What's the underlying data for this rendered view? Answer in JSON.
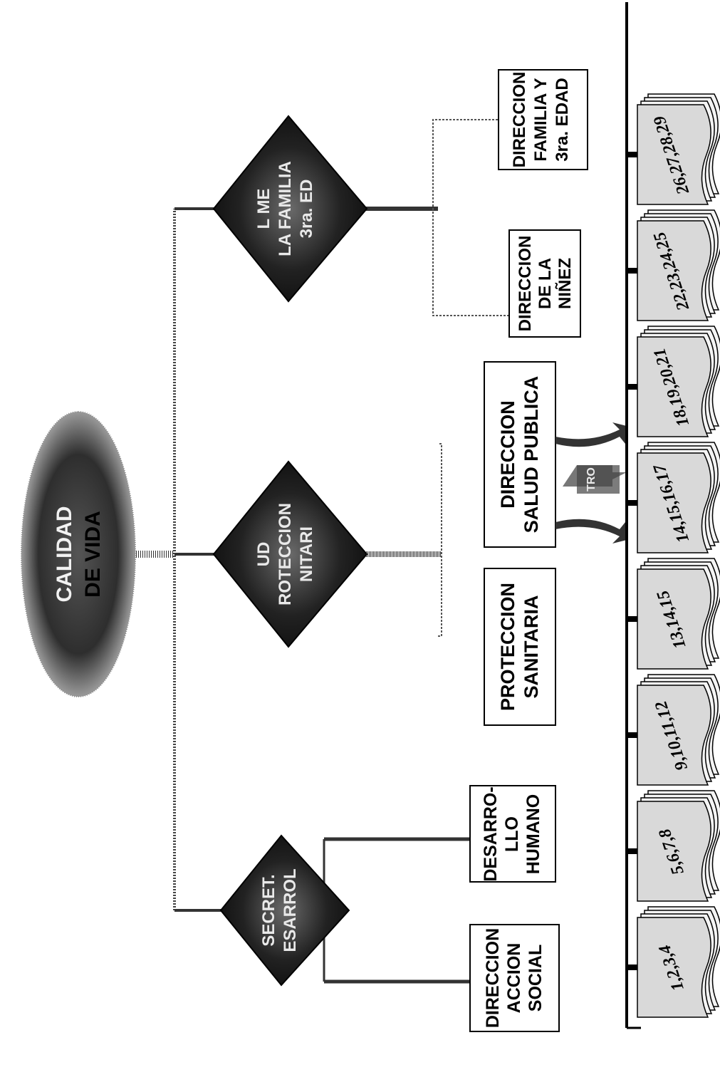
{
  "title": {
    "line1": "CALIDAD",
    "line2": "DE VIDA"
  },
  "diamonds": {
    "d1": {
      "line1": "SECRET.",
      "line2": "ESARROL"
    },
    "d2": {
      "line1": "UD",
      "line2": "ROTECCION",
      "line3": "NITARI"
    },
    "d3": {
      "line1": "L ME",
      "line2": "LA FAMILIA",
      "line3": "3ra. ED"
    }
  },
  "boxes": {
    "accion_social": {
      "line1": "DIRECCION",
      "line2": "ACCION",
      "line3": "SOCIAL"
    },
    "desarrollo_humano": {
      "line1": "DESARRO-",
      "line2": "LLO",
      "line3": "HUMANO"
    },
    "proteccion_sanitaria": {
      "line1": "PROTECCION",
      "line2": "SANITARIA"
    },
    "salud_publica": {
      "line1": "DIRECCION",
      "line2": "SALUD PUBLICA"
    },
    "ninez": {
      "line1": "DIRECCION",
      "line2": "DE LA",
      "line3": "NIÑEZ"
    },
    "familia": {
      "line1": "DIRECCION",
      "line2": "FAMILIA Y",
      "line3": "3ra. EDAD"
    }
  },
  "arrow_fragment": "TRO",
  "documents": [
    {
      "label": "1,2,3,4"
    },
    {
      "label": "5,6,7,8"
    },
    {
      "label": "9,10,11,12"
    },
    {
      "label": "13,14,15"
    },
    {
      "label": "14,15,16,17"
    },
    {
      "label": "18,19,20,21"
    },
    {
      "label": "22,23,24,25"
    },
    {
      "label": "26,27,28,29"
    }
  ],
  "colors": {
    "diamond_fill": "#1a1a1a",
    "ellipse_fill": "#3a3a3a",
    "line": "#000000",
    "box_border": "#000000"
  }
}
